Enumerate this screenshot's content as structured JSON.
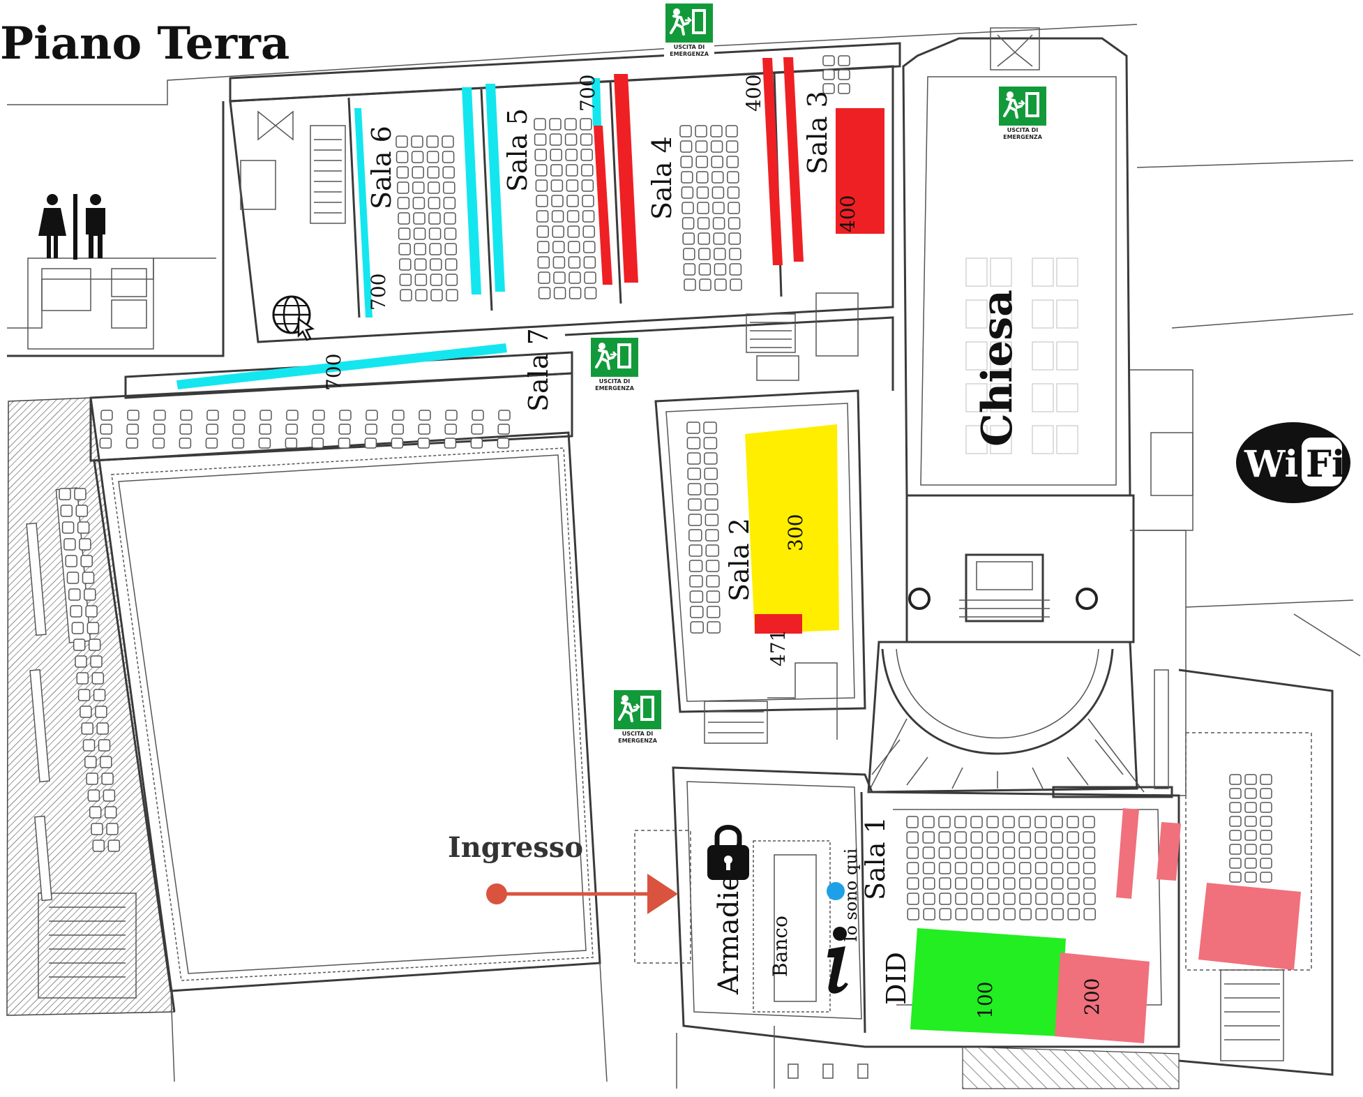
{
  "title": "Piano Terra",
  "rooms": {
    "sala1": "Sala 1",
    "sala2": "Sala 2",
    "sala3": "Sala 3",
    "sala4": "Sala 4",
    "sala5": "Sala 5",
    "sala6": "Sala 6",
    "sala7": "Sala 7",
    "chiesa": "Chiesa",
    "armadietti": "Armadietti",
    "banco": "Banco",
    "did": "DID"
  },
  "entrance_label": "Ingresso",
  "you_are_here": "Io sono qui",
  "zones": {
    "z100": "100",
    "z200": "200",
    "z300": "300",
    "z400a": "400",
    "z400b": "400",
    "z471": "471",
    "z700a": "700",
    "z700b": "700",
    "z700c": "700"
  },
  "exit_sign": {
    "line1": "USCITA DI",
    "line2": "EMERGENZA"
  },
  "wifi": {
    "wi": "Wi",
    "fi": "Fi"
  },
  "colors": {
    "cyan": "#14e6ef",
    "red": "#ee2024",
    "yellow": "#ffee00",
    "green": "#22ee22",
    "pink": "#f0707c",
    "arrow": "#d9533f",
    "here_dot": "#1ea0e8",
    "exit_green": "#129a3a"
  },
  "icons": [
    "restroom-icon",
    "globe-cursor-icon",
    "emergency-exit-icon",
    "wifi-icon",
    "lock-icon",
    "info-icon"
  ]
}
